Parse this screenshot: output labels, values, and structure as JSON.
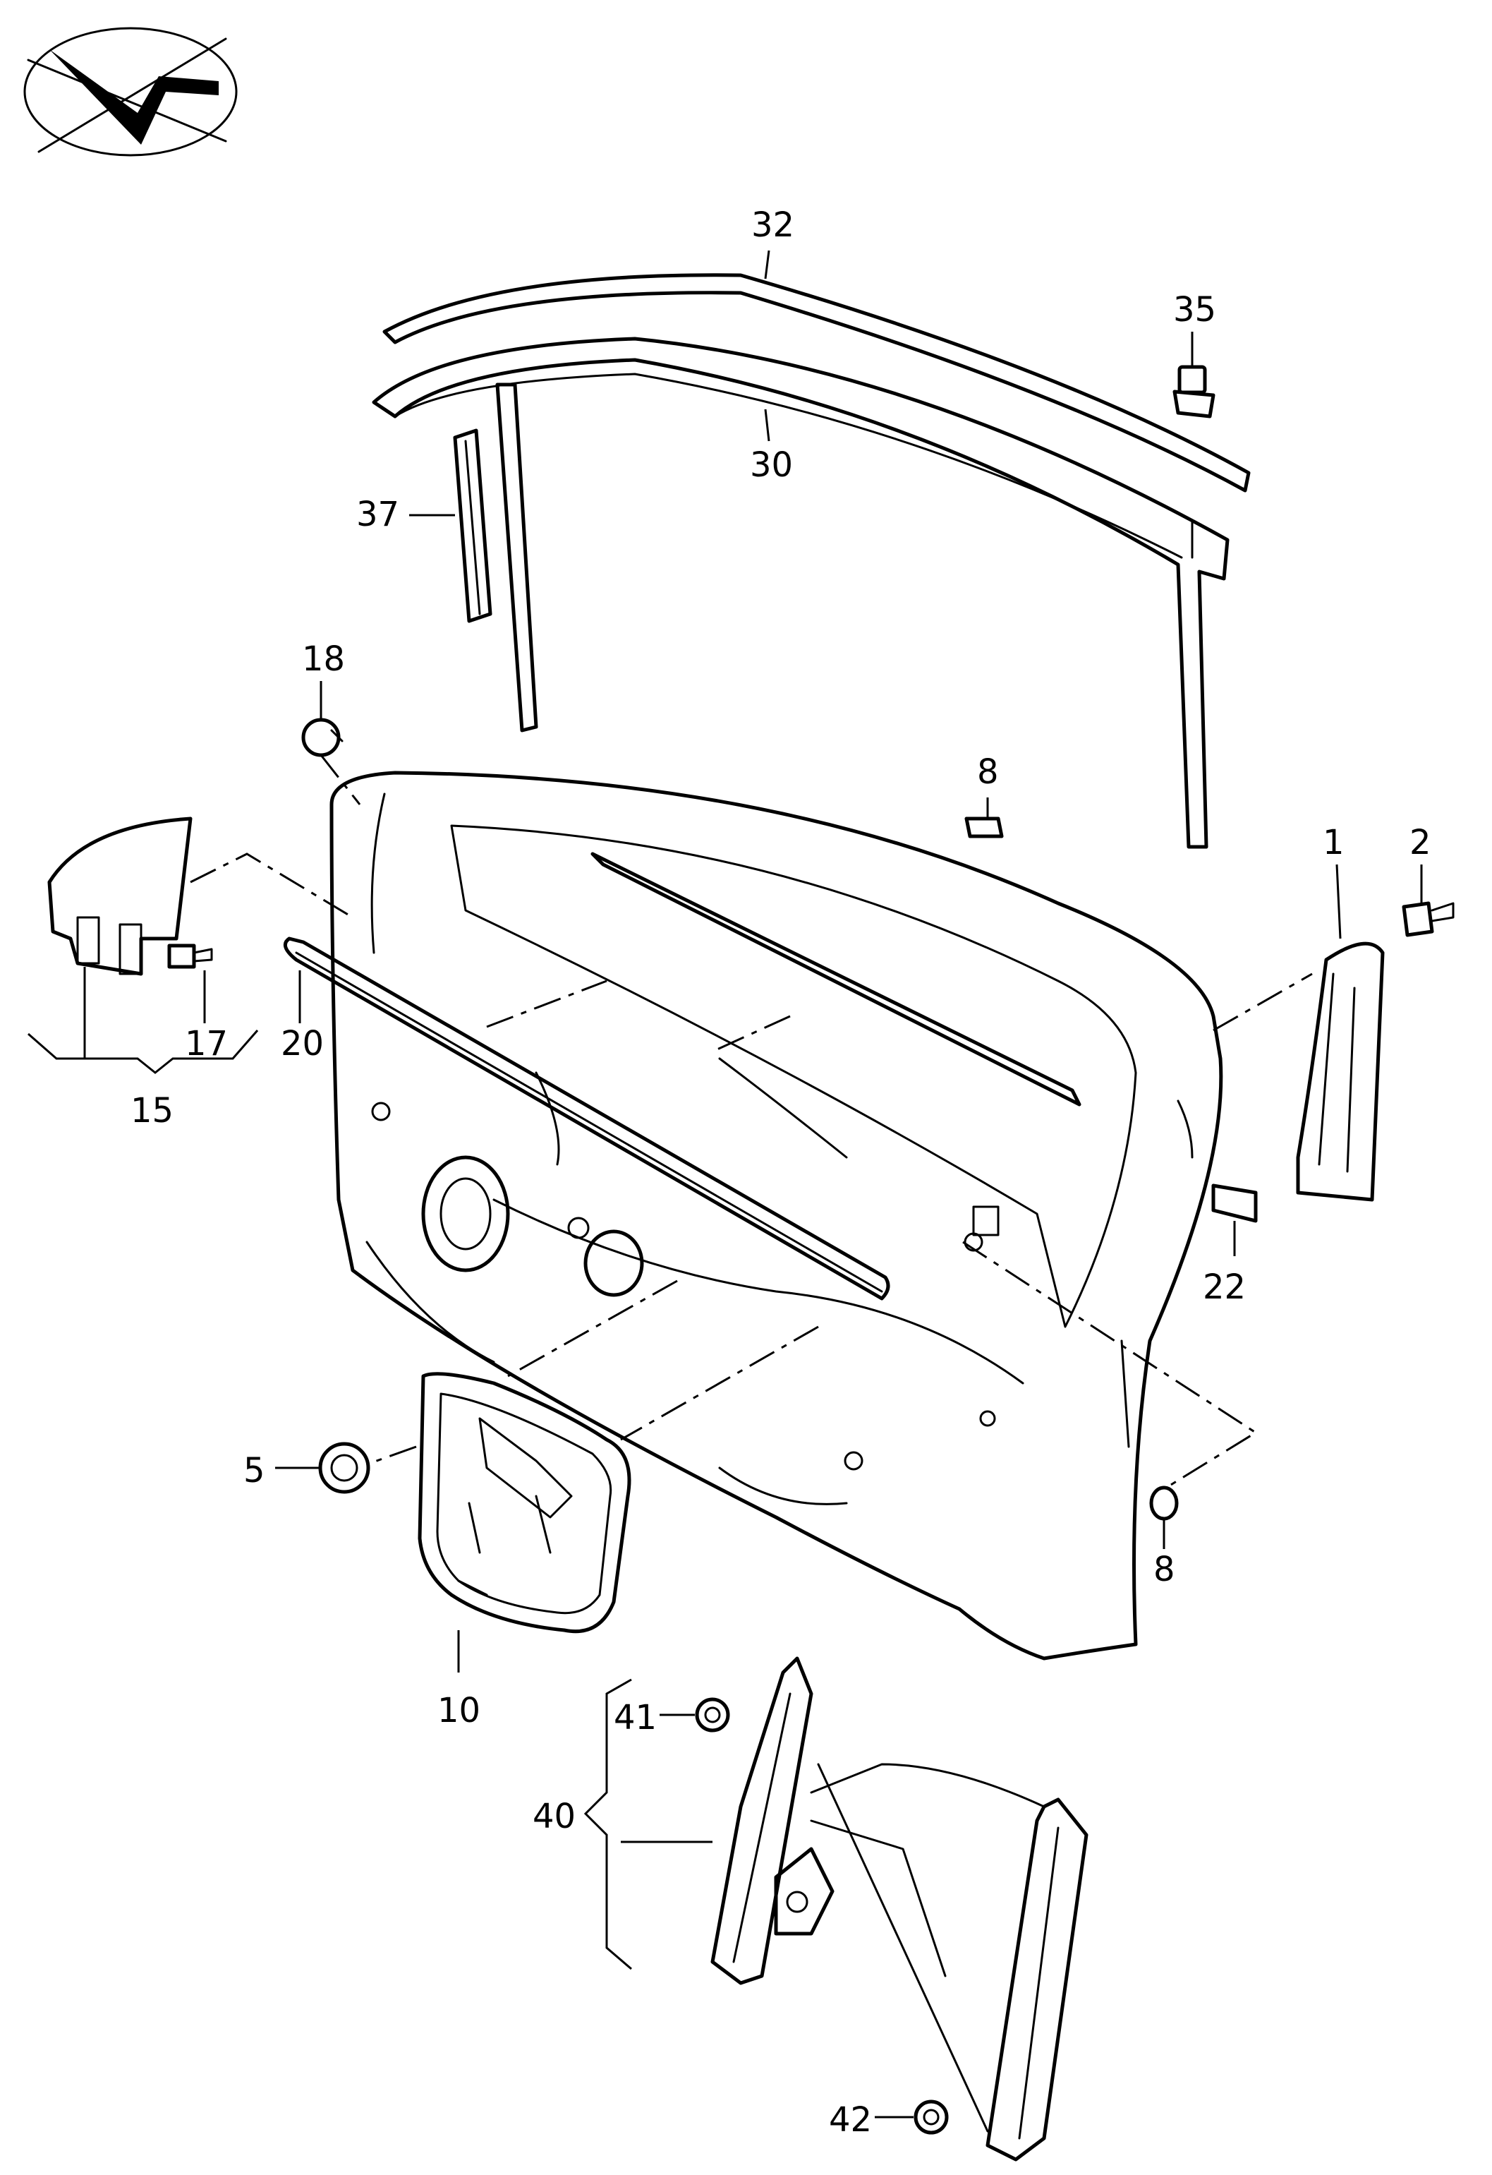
{
  "logo": {
    "name": "parts-catalog-logo"
  },
  "callouts": {
    "p1": "1",
    "p2": "2",
    "p5": "5",
    "p8a": "8",
    "p8b": "8",
    "p10": "10",
    "p15": "15",
    "p17": "17",
    "p18": "18",
    "p20": "20",
    "p22": "22",
    "p30": "30",
    "p32": "32",
    "p35": "35",
    "p37": "37",
    "p40": "40",
    "p41": "41",
    "p42": "42"
  }
}
